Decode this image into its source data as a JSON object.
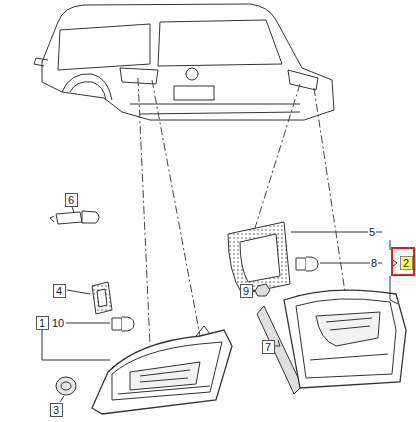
{
  "diagram": {
    "nodes": [
      {
        "text": [
          "6"
        ]
      },
      {
        "text": [
          "2"
        ]
      },
      {
        "text": [
          "4"
        ]
      },
      {
        "text": [
          "9"
        ]
      },
      {
        "text": [
          "1"
        ]
      },
      {
        "text": [
          "7"
        ]
      },
      {
        "text": [
          "3"
        ]
      }
    ],
    "labels": [
      "5",
      "8",
      "10"
    ]
  }
}
